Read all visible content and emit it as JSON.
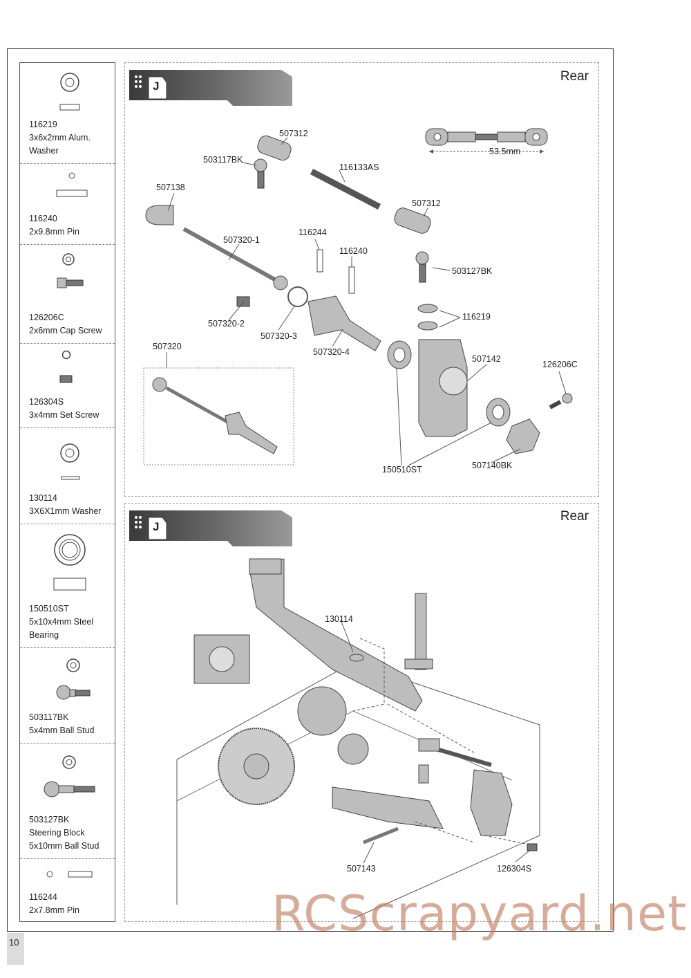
{
  "page_number": "10",
  "watermark": "RCScrapyard.net",
  "parts": [
    {
      "code": "116219",
      "desc": "3x6x2mm Alum.\nWasher"
    },
    {
      "code": "116240",
      "desc": "2x9.8mm Pin"
    },
    {
      "code": "126206C",
      "desc": "2x6mm Cap Screw"
    },
    {
      "code": "126304S",
      "desc": "3x4mm Set Screw"
    },
    {
      "code": "130114",
      "desc": "3X6X1mm Washer"
    },
    {
      "code": "150510ST",
      "desc": "5x10x4mm Steel\nBearing"
    },
    {
      "code": "503117BK",
      "desc": "5x4mm Ball Stud"
    },
    {
      "code": "503127BK",
      "desc": "Steering Block\n5x10mm Ball Stud"
    },
    {
      "code": "116244",
      "desc": "2x7.8mm Pin"
    }
  ],
  "step1": {
    "letter": "J",
    "position_label": "Rear",
    "dimension": "53.5mm",
    "callouts": [
      "507312",
      "503117BK",
      "116133AS",
      "507138",
      "507312",
      "507320-1",
      "116244",
      "116240",
      "503127BK",
      "116219",
      "507320-2",
      "507320-3",
      "507320-4",
      "507320",
      "507142",
      "126206C",
      "150510ST",
      "507140BK"
    ]
  },
  "step2": {
    "letter": "J",
    "position_label": "Rear",
    "callouts": [
      "130114",
      "507143",
      "126304S"
    ]
  },
  "colors": {
    "banner_dark": "#3a3a3a",
    "banner_light": "#9a9a9a",
    "watermark": "#be785a"
  }
}
